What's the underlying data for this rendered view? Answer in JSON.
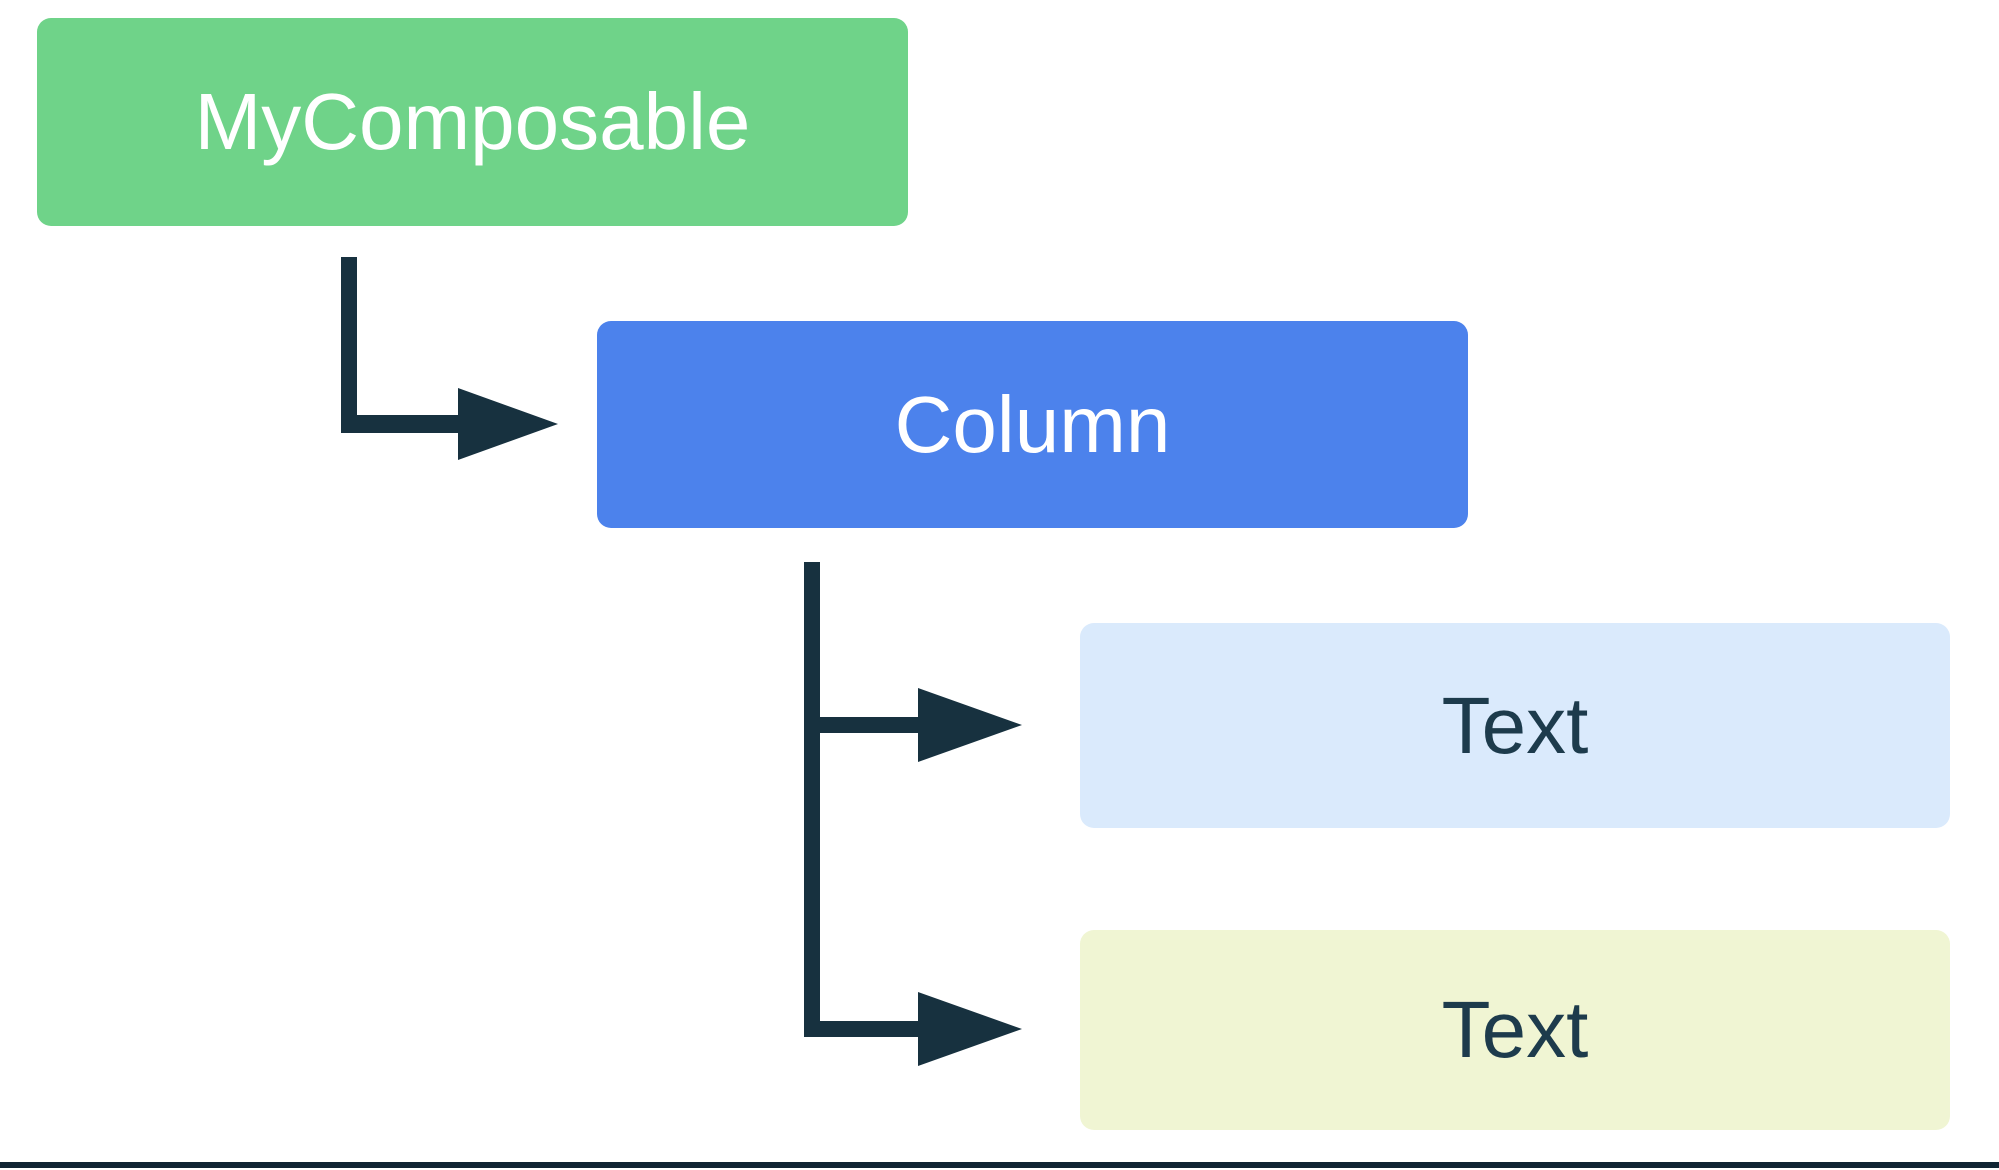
{
  "diagram": {
    "canvas_bg": "#FFFFFF",
    "arrow_color": "#17313F",
    "bottom_rule_color": "#102433",
    "nodes": [
      {
        "id": "mycomposable",
        "label": "MyComposable",
        "bg": "#6FD389",
        "text_color": "#FFFFFF"
      },
      {
        "id": "column",
        "label": "Column",
        "bg": "#4C82EC",
        "text_color": "#FFFFFF"
      },
      {
        "id": "text-1",
        "label": "Text",
        "bg": "#DAEAFC",
        "text_color": "#1D3B4C"
      },
      {
        "id": "text-2",
        "label": "Text",
        "bg": "#F0F5D3",
        "text_color": "#1D3B4C"
      }
    ]
  }
}
